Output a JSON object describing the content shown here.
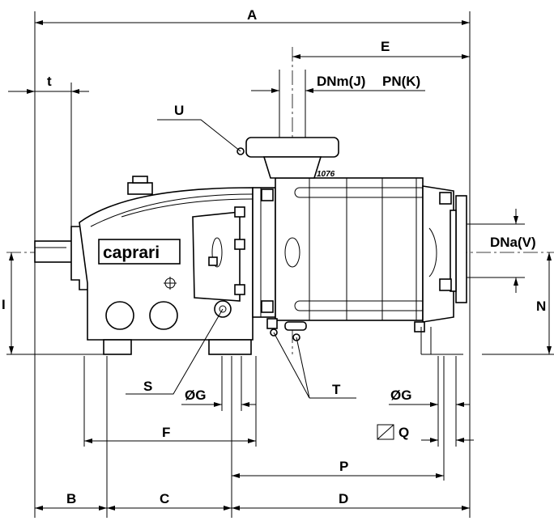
{
  "brand": "caprari",
  "model": "1076",
  "labels": {
    "A": "A",
    "E": "E",
    "t": "t",
    "DNm": "DNm(J)",
    "PN": "PN(K)",
    "U": "U",
    "DNa": "DNa(V)",
    "I": "I",
    "N": "N",
    "S": "S",
    "OG_left": "ØG",
    "T": "T",
    "OG_right": "ØG",
    "Q": "Q",
    "F": "F",
    "P": "P",
    "B": "B",
    "C": "C",
    "D": "D"
  }
}
